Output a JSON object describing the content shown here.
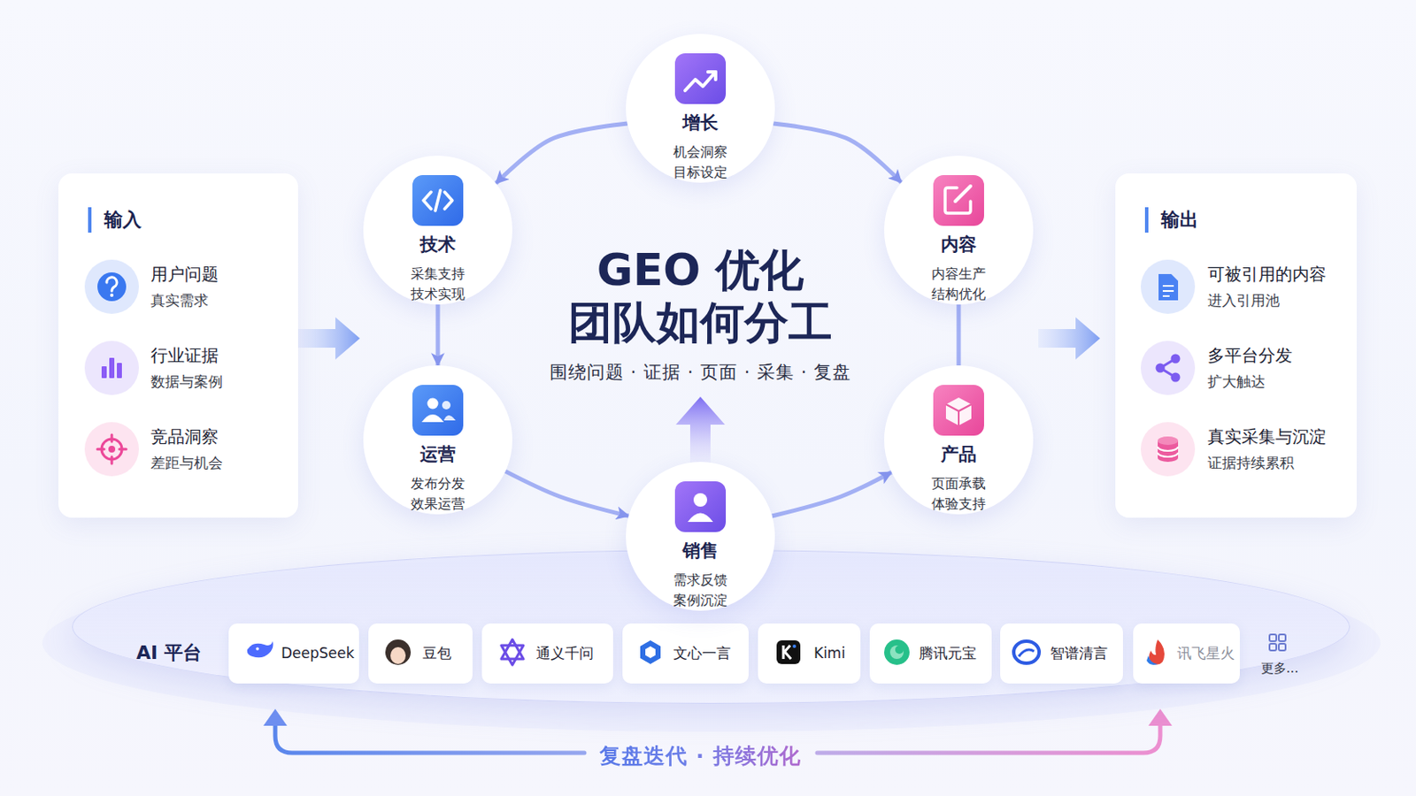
{
  "diagram": {
    "title": "GEO 优化 团队如何分工",
    "caption": "围绕问题 · 证据 · 页面 · 采集 · 复盘",
    "nodes": [
      {
        "text": [
          "输入"
        ]
      },
      {
        "text": [
          "用户问题",
          "真实需求"
        ],
        "in": 0
      },
      {
        "text": [
          "行业证据",
          "数据与案例"
        ],
        "in": 0
      },
      {
        "text": [
          "竞品洞察",
          "差距与机会"
        ],
        "in": 0
      },
      {
        "text": [
          "增长",
          "机会洞察 目标设定"
        ]
      },
      {
        "text": [
          "技术",
          "采集支持 技术实现"
        ]
      },
      {
        "text": [
          "内容",
          "内容生产 结构优化"
        ]
      },
      {
        "text": [
          "运营",
          "发布分发 效果运营"
        ]
      },
      {
        "text": [
          "产品",
          "页面承载 体验支持"
        ]
      },
      {
        "text": [
          "销售",
          "需求反馈 案例沉淀"
        ]
      },
      {
        "text": [
          "输出"
        ]
      },
      {
        "text": [
          "可被引用的内容",
          "进入引用池"
        ],
        "in": 10
      },
      {
        "text": [
          "多平台分发",
          "扩大触达"
        ],
        "in": 10
      },
      {
        "text": [
          "真实采集与沉淀",
          "证据持续累积"
        ],
        "in": 10
      },
      {
        "text": [
          "AI 平台"
        ]
      },
      {
        "text": [
          "DeepSeek"
        ],
        "in": 14
      },
      {
        "text": [
          "豆包"
        ],
        "in": 14
      },
      {
        "text": [
          "通义千问"
        ],
        "in": 14
      },
      {
        "text": [
          "文心一言"
        ],
        "in": 14
      },
      {
        "text": [
          "Kimi"
        ],
        "in": 14
      },
      {
        "text": [
          "腾讯元宝"
        ],
        "in": 14
      },
      {
        "text": [
          "智谱清言"
        ],
        "in": 14
      },
      {
        "text": [
          "讯飞星火"
        ],
        "in": 14
      }
    ],
    "edges": [
      {
        "from": 4,
        "to": 5,
        "arrow": "to"
      },
      {
        "from": 4,
        "to": 6,
        "arrow": "to"
      },
      {
        "from": 5,
        "to": 7,
        "arrow": "to"
      },
      {
        "from": 7,
        "to": 9,
        "arrow": "to"
      },
      {
        "from": 9,
        "to": 8,
        "arrow": "to"
      },
      {
        "from": 6,
        "to": 8,
        "arrow": "none"
      }
    ],
    "labels": [
      "更多...",
      "复盘迭代 · 持续优化"
    ]
  }
}
